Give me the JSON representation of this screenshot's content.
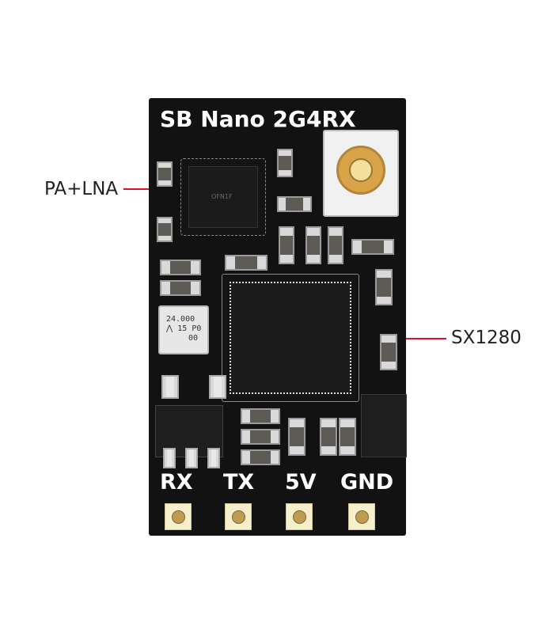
{
  "board": {
    "title": "SB Nano  2G4RX",
    "chip_marking": "OFN1F",
    "crystal": {
      "line1": "24.000",
      "line2": "15",
      "line3": "P0",
      "line4": "00"
    },
    "pins": [
      "RX",
      "TX",
      "5V",
      "GND"
    ]
  },
  "callouts": {
    "left": "PA+LNA",
    "right": "SX1280"
  },
  "colors": {
    "board": "#121212",
    "silkscreen": "#ffffff",
    "callout_line": "#e0102a",
    "gold_pad": "#bf9c52"
  }
}
